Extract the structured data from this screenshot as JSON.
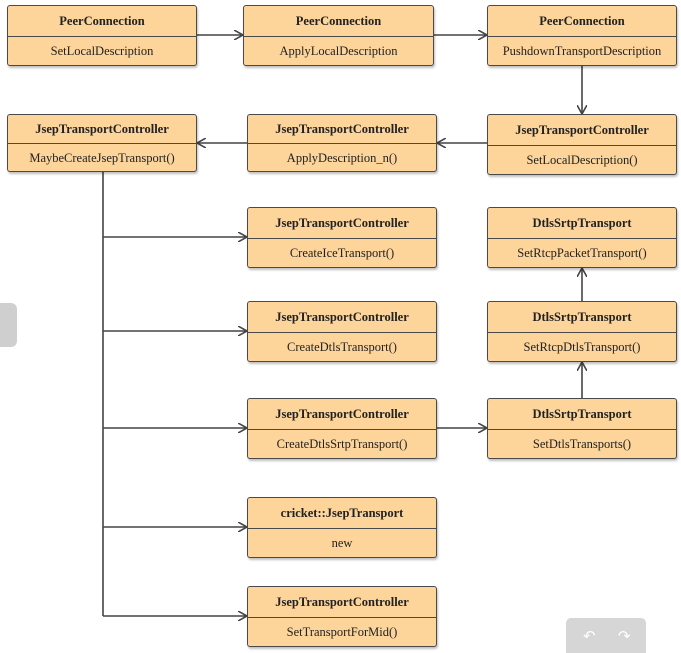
{
  "nodes": [
    {
      "id": "pc1",
      "title": "PeerConnection",
      "method": "SetLocalDescription"
    },
    {
      "id": "pc2",
      "title": "PeerConnection",
      "method": "ApplyLocalDescription"
    },
    {
      "id": "pc3",
      "title": "PeerConnection",
      "method": "PushdownTransportDescription"
    },
    {
      "id": "jtc_maybe",
      "title": "JsepTransportController",
      "method": "MaybeCreateJsepTransport()"
    },
    {
      "id": "jtc_apply",
      "title": "JsepTransportController",
      "method": "ApplyDescription_n()"
    },
    {
      "id": "jtc_setlocal",
      "title": "JsepTransportController",
      "method": "SetLocalDescription()"
    },
    {
      "id": "jtc_ice",
      "title": "JsepTransportController",
      "method": "CreateIceTransport()"
    },
    {
      "id": "dtls_rtcp_packet",
      "title": "DtlsSrtpTransport",
      "method": "SetRtcpPacketTransport()"
    },
    {
      "id": "jtc_dtls",
      "title": "JsepTransportController",
      "method": "CreateDtlsTransport()"
    },
    {
      "id": "dtls_rtcp_dtls",
      "title": "DtlsSrtpTransport",
      "method": "SetRtcpDtlsTransport()"
    },
    {
      "id": "jtc_dtlssrtp",
      "title": "JsepTransportController",
      "method": "CreateDtlsSrtpTransport()"
    },
    {
      "id": "dtls_set",
      "title": "DtlsSrtpTransport",
      "method": "SetDtlsTransports()"
    },
    {
      "id": "jsep_new",
      "title": "cricket::JsepTransport",
      "method": "new"
    },
    {
      "id": "jtc_setmid",
      "title": "JsepTransportController",
      "method": "SetTransportForMid()"
    }
  ],
  "edges": [
    {
      "from": "pc1",
      "to": "pc2"
    },
    {
      "from": "pc2",
      "to": "pc3"
    },
    {
      "from": "pc3",
      "to": "jtc_setlocal"
    },
    {
      "from": "jtc_setlocal",
      "to": "jtc_apply"
    },
    {
      "from": "jtc_apply",
      "to": "jtc_maybe"
    },
    {
      "from": "jtc_maybe",
      "to": "jtc_ice"
    },
    {
      "from": "jtc_maybe",
      "to": "jtc_dtls"
    },
    {
      "from": "jtc_maybe",
      "to": "jtc_dtlssrtp"
    },
    {
      "from": "jtc_maybe",
      "to": "jsep_new"
    },
    {
      "from": "jtc_maybe",
      "to": "jtc_setmid"
    },
    {
      "from": "jtc_dtlssrtp",
      "to": "dtls_set"
    },
    {
      "from": "dtls_set",
      "to": "dtls_rtcp_dtls"
    },
    {
      "from": "dtls_rtcp_dtls",
      "to": "dtls_rtcp_packet"
    }
  ],
  "controls": {
    "undo_icon": "undo-icon",
    "redo_icon": "redo-icon",
    "undo_glyph": "↶",
    "redo_glyph": "↷"
  }
}
